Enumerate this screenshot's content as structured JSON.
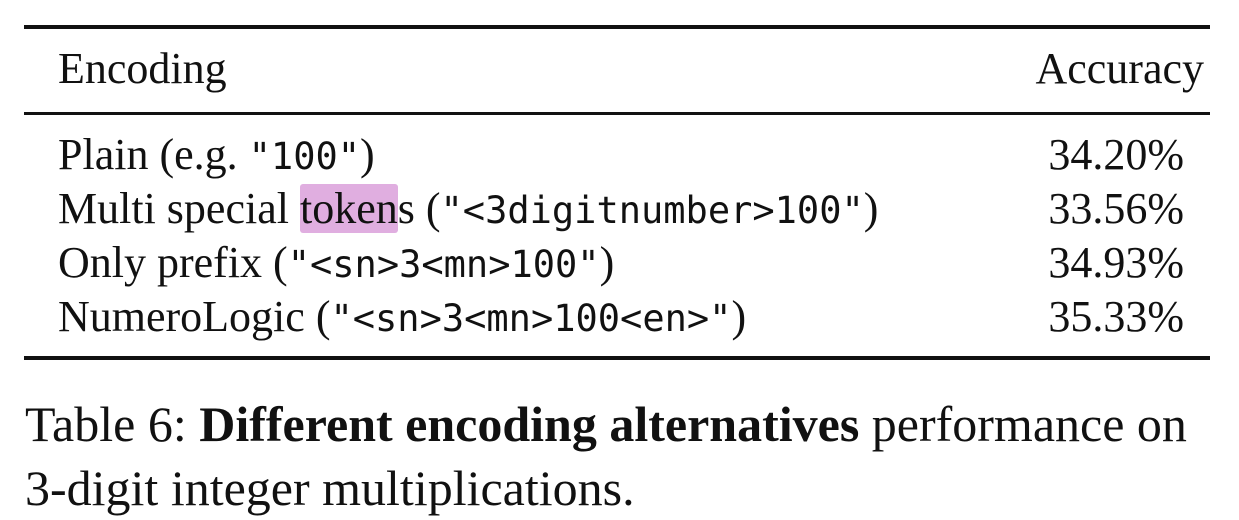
{
  "table": {
    "header": {
      "encoding": "Encoding",
      "accuracy": "Accuracy"
    },
    "rows": [
      {
        "name": "Plain (e.g. ",
        "code": "\"100\"",
        "close": ")",
        "accuracy": "34.20%"
      },
      {
        "name_pre": "Multi special ",
        "name_hl": "token",
        "name_post": "s (",
        "code": "\"<3digitnumber>100\"",
        "close": ")",
        "accuracy": "33.56%"
      },
      {
        "name": "Only prefix (",
        "code": "\"<sn>3<mn>100\"",
        "close": ")",
        "accuracy": "34.93%"
      },
      {
        "name": "NumeroLogic (",
        "code": "\"<sn>3<mn>100<en>\"",
        "close": ")",
        "accuracy": "35.33%"
      }
    ]
  },
  "caption": {
    "label": "Table 6: ",
    "bold": "Different encoding alternatives",
    "rest": " performance on 3-digit integer multiplications."
  },
  "colors": {
    "highlight": "#e0aee0",
    "rule": "#111111"
  }
}
